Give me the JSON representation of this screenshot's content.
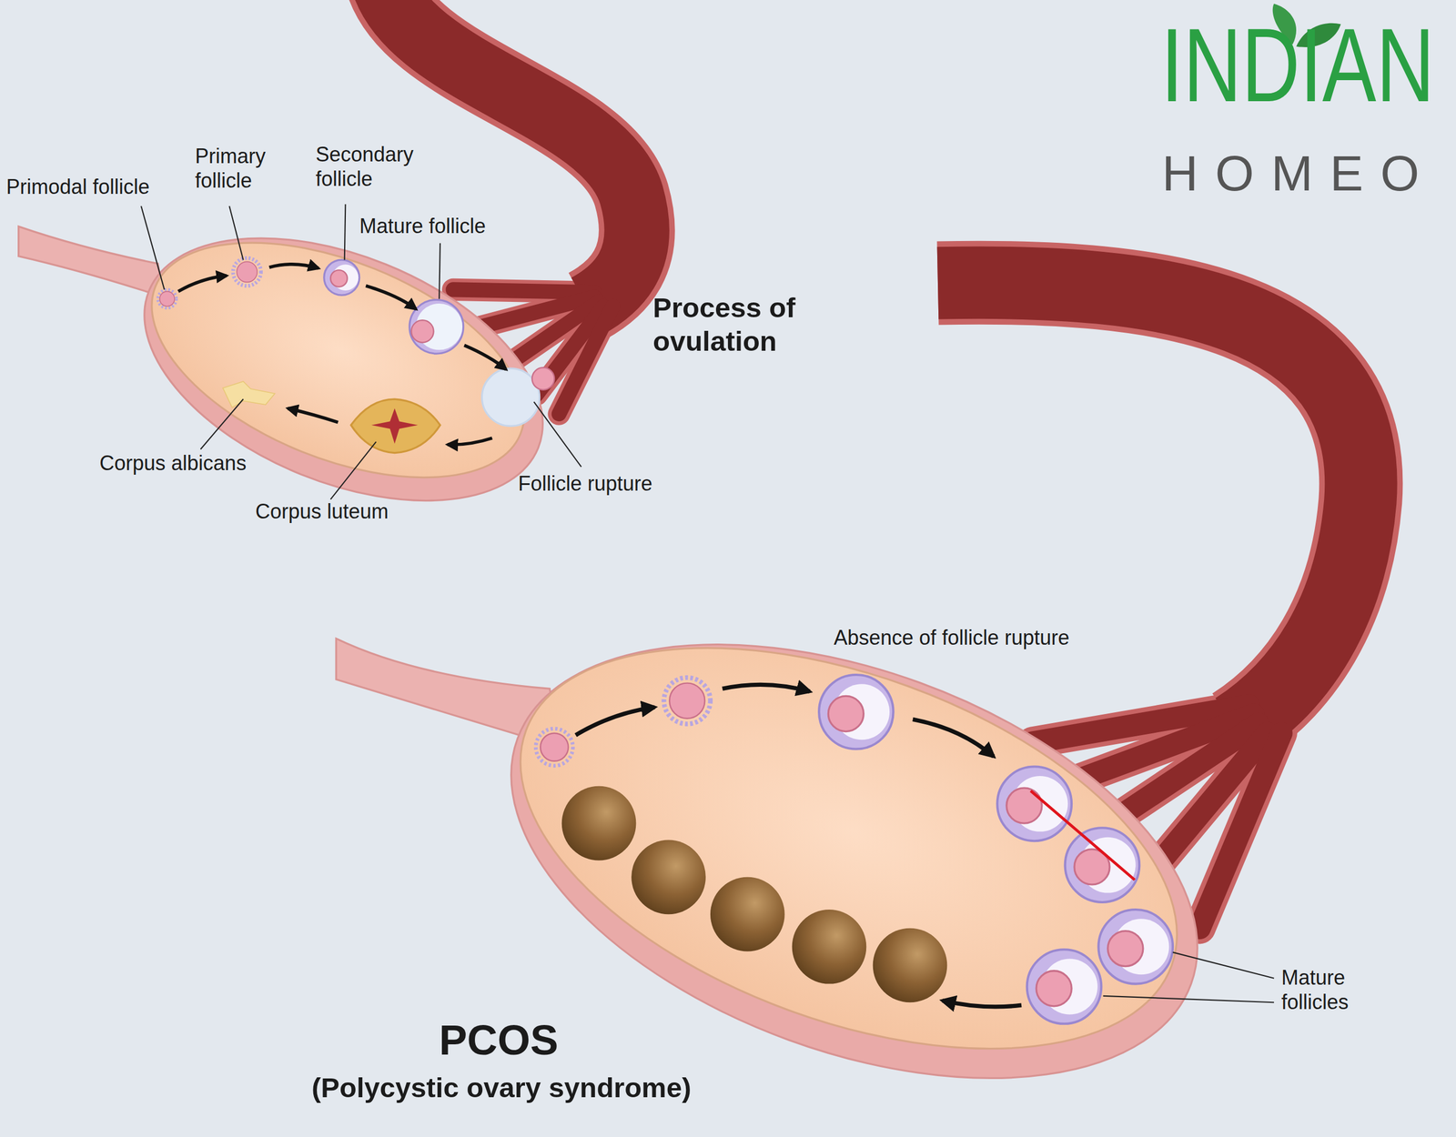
{
  "diagram": {
    "labels": [
      "INDIAN",
      "HOMEO",
      "Primodal follicle",
      "Primary follicle",
      "Secondary follicle",
      "Mature follicle",
      "Process of ovulation",
      "Follicle rupture",
      "Corpus albicans",
      "Corpus luteum",
      "Absence of follicle rupture",
      "Mature follicles",
      "PCOS",
      "(Polycystic ovary syndrome)"
    ]
  }
}
